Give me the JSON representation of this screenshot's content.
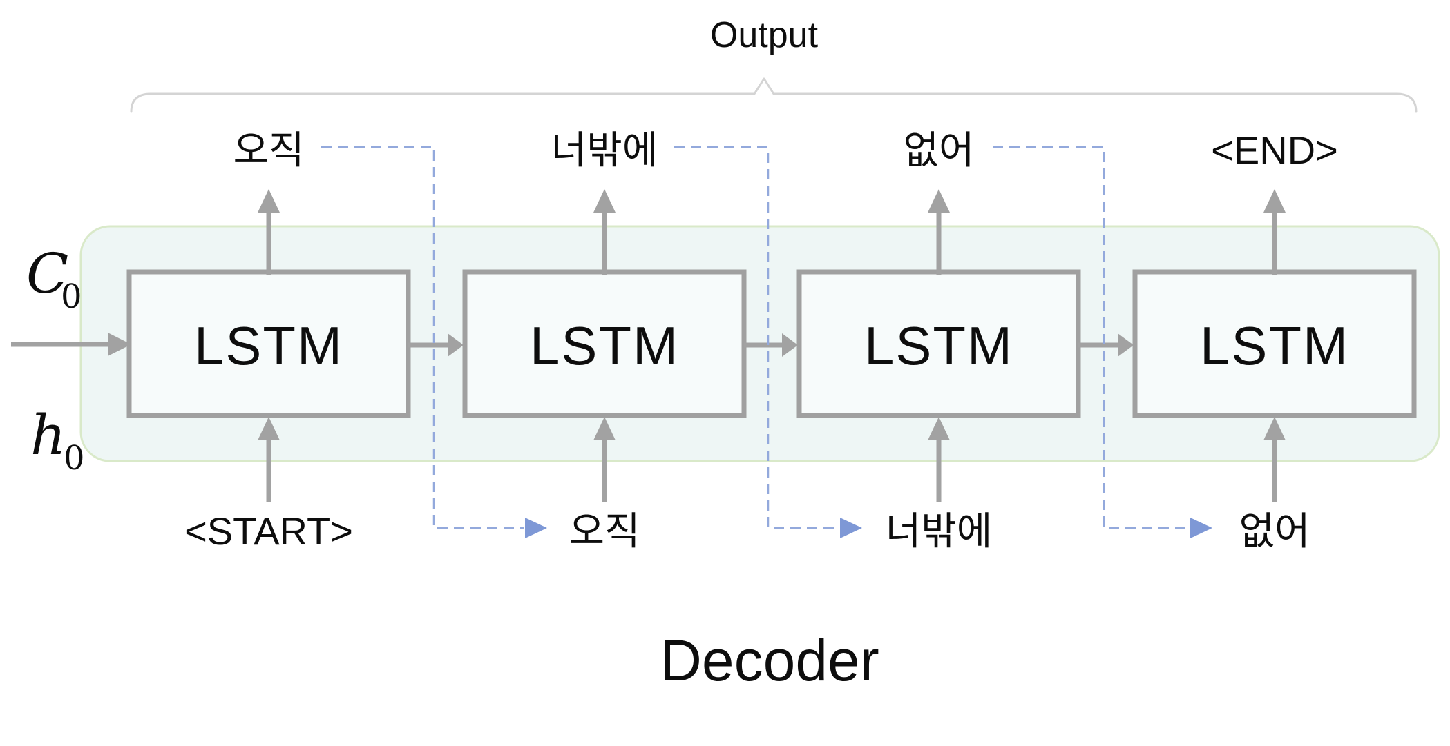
{
  "header": {
    "output_label": "Output"
  },
  "footer": {
    "decoder_label": "Decoder"
  },
  "initial_state": {
    "cell": {
      "base": "C",
      "sub": "0"
    },
    "hidden": {
      "base": "h",
      "sub": "0"
    }
  },
  "cells": [
    {
      "label": "LSTM",
      "output": "오직",
      "input": "<START>"
    },
    {
      "label": "LSTM",
      "output": "너밖에",
      "input": "오직"
    },
    {
      "label": "LSTM",
      "output": "없어",
      "input": "너밖에"
    },
    {
      "label": "LSTM",
      "output": "<END>",
      "input": "없어"
    }
  ],
  "colors": {
    "bg": "#ffffff",
    "text": "#0d0d0d",
    "arrow_gray": "#a2a2a2",
    "box_border": "#a0a0a0",
    "box_fill": "#f7fbfb",
    "panel_fill": "#eef6f5",
    "panel_border": "#d9e9c9",
    "brace_gray": "#d4d4d4",
    "link_dash": "#93a9dc",
    "link_arrow": "#7e98d6"
  }
}
